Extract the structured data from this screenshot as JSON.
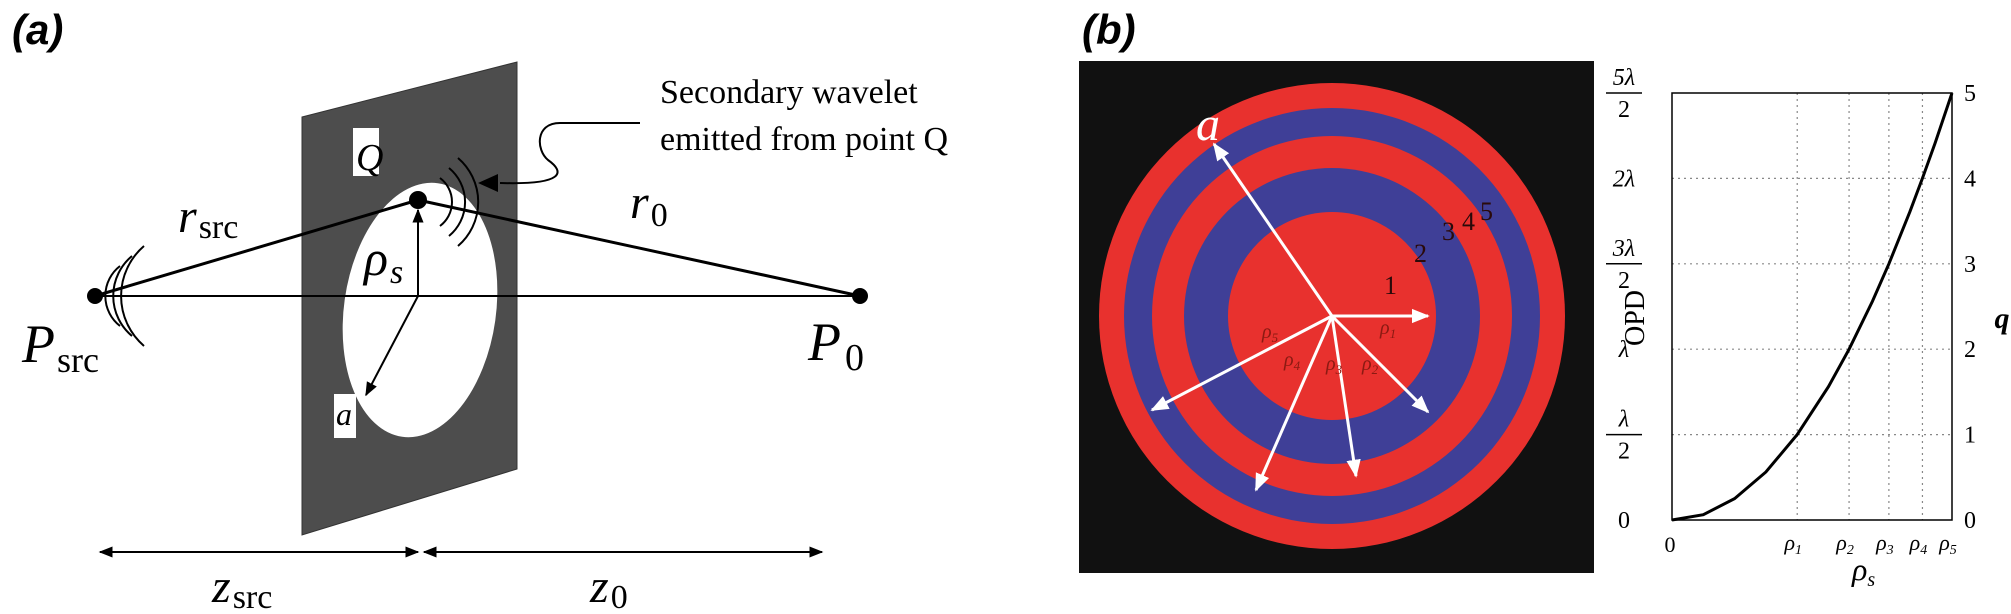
{
  "panel_a": {
    "label": "(a)",
    "callout_line1": "Secondary wavelet",
    "callout_line2": "emitted from point Q",
    "q_label": "Q",
    "a_label": "a",
    "r_src": {
      "main": "r",
      "sub": "src"
    },
    "r_0": {
      "main": "r",
      "sub": "0"
    },
    "rho_s": {
      "main": "ρ",
      "sub": "s"
    },
    "p_src": {
      "main": "P",
      "sub": "src"
    },
    "p_0": {
      "main": "P",
      "sub": "0"
    },
    "z_src": {
      "main": "z",
      "sub": "src"
    },
    "z_0": {
      "main": "z",
      "sub": "0"
    }
  },
  "panel_b": {
    "label": "(b)",
    "zones": {
      "aperture_label": "a",
      "zone_numbers": [
        "1",
        "2",
        "3",
        "4",
        "5"
      ],
      "rho_labels": [
        {
          "main": "ρ",
          "sub": "1"
        },
        {
          "main": "ρ",
          "sub": "2"
        },
        {
          "main": "ρ",
          "sub": "3"
        },
        {
          "main": "ρ",
          "sub": "4"
        },
        {
          "main": "ρ",
          "sub": "5"
        }
      ],
      "colors": {
        "background": "#111111",
        "red": "#e8312e",
        "blue": "#3f3f97",
        "arrow": "#ffffff",
        "number": "#2a0a0a",
        "rho_text": "#8b1a12"
      }
    }
  },
  "chart_data": {
    "type": "line",
    "title": "",
    "xlabel": {
      "main": "ρ",
      "sub": "s"
    },
    "ylabel": "OPD",
    "y2label": "q",
    "x_ticks": [
      {
        "main": "ρ",
        "sub": "1"
      },
      {
        "main": "ρ",
        "sub": "2"
      },
      {
        "main": "ρ",
        "sub": "3"
      },
      {
        "main": "ρ",
        "sub": "4"
      },
      {
        "main": "ρ",
        "sub": "5"
      }
    ],
    "x_values": [
      1,
      1.414,
      1.732,
      2,
      2.236
    ],
    "left_ticks": [
      {
        "q": 0,
        "kind": "plain",
        "text": "0"
      },
      {
        "q": 1,
        "kind": "frac",
        "num": "λ",
        "den": "2"
      },
      {
        "q": 2,
        "kind": "plain",
        "text": "λ"
      },
      {
        "q": 3,
        "kind": "frac",
        "num": "3λ",
        "den": "2"
      },
      {
        "q": 4,
        "kind": "plain",
        "text": "2λ"
      },
      {
        "q": 5,
        "kind": "frac",
        "num": "5λ",
        "den": "2"
      }
    ],
    "right_ticks": [
      "0",
      "1",
      "2",
      "3",
      "4",
      "5"
    ],
    "ylim": [
      0,
      5
    ],
    "xlim": [
      0,
      2.236
    ],
    "grid": true,
    "series": [
      {
        "x": [
          0,
          0.25,
          0.5,
          0.75,
          1,
          1.25,
          1.414,
          1.6,
          1.732,
          1.9,
          2,
          2.1,
          2.236
        ],
        "values": [
          0,
          0.0625,
          0.25,
          0.5625,
          1,
          1.5625,
          2,
          2.56,
          3,
          3.61,
          4,
          4.41,
          5
        ]
      }
    ]
  }
}
